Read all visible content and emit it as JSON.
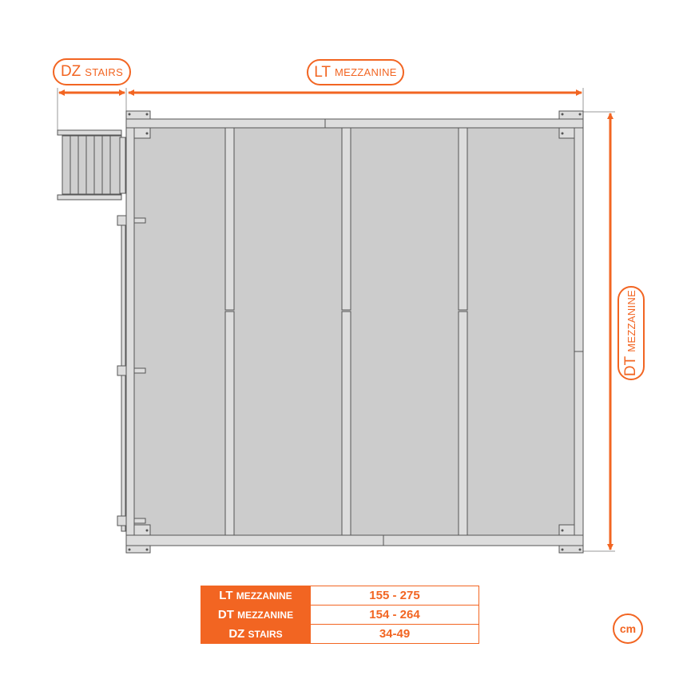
{
  "labels": {
    "dz_stairs": {
      "code": "DZ",
      "name": "stairs"
    },
    "lt_mezzanine": {
      "code": "LT",
      "name": "mezzanine"
    },
    "dt_mezzanine": {
      "code": "DT",
      "name": "mezzanine"
    }
  },
  "table": {
    "rows": [
      {
        "code": "LT",
        "name": "mezzanine",
        "value": "155 - 275"
      },
      {
        "code": "DT",
        "name": "mezzanine",
        "value": "154 - 264"
      },
      {
        "code": "DZ",
        "name": "stairs",
        "value": "34-49"
      }
    ]
  },
  "unit": "cm",
  "colors": {
    "accent": "#f26522",
    "panel": "#cccccc",
    "frame": "#d9d9d9",
    "outline": "#555555"
  }
}
